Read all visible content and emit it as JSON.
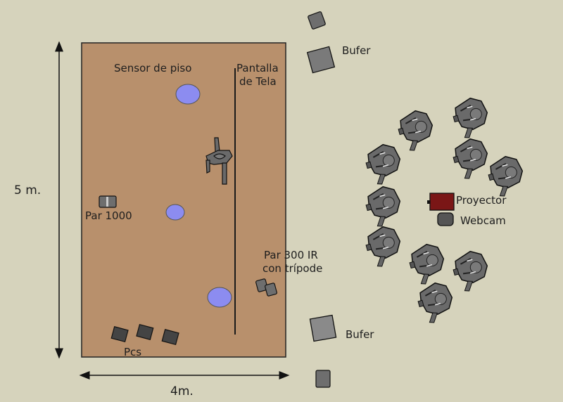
{
  "labels": {
    "floor_sensor": "Sensor de piso",
    "screen_line1": "Pantalla",
    "screen_line2": "de Tela",
    "par1000": "Par 1000",
    "par300_line1": "Par 300 IR",
    "par300_line2": "con trípode",
    "pcs": "Pcs",
    "bufer_top": "Bufer",
    "bufer_bottom": "Bufer",
    "projector": "Proyector",
    "webcam": "Webcam"
  },
  "dimensions": {
    "height": "5 m.",
    "width": "4m."
  },
  "colors": {
    "background": "#d6d3bc",
    "floor": "#b8906c",
    "sensor": "#8c8cf0",
    "projector": "#7a1616",
    "equipment": "#6e6e6e"
  },
  "audience_count": 10
}
